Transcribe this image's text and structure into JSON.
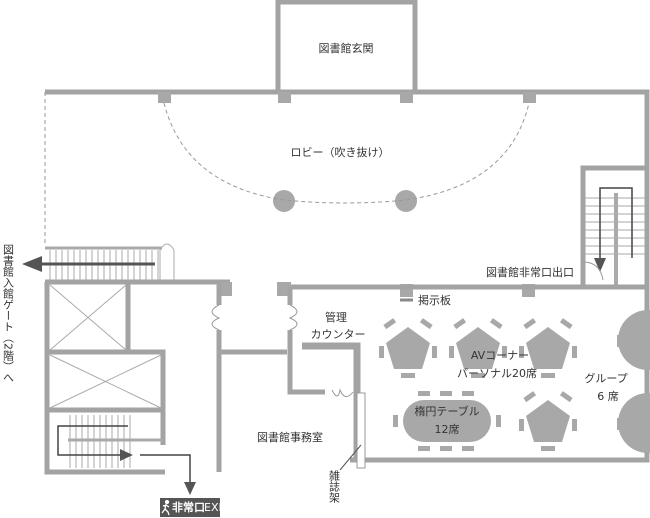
{
  "title": "Library floor plan",
  "colors": {
    "wall": "#a3a3a3",
    "text": "#333333",
    "furniture": "#a8a8a8"
  },
  "labels": {
    "entrance": "図書館玄関",
    "lobby": "ロビー（吹き抜け）",
    "emergency_exit_label": "図書館非常口出口",
    "bulletin_board": "掲示板",
    "counter_line1": "管理",
    "counter_line2": "カウンター",
    "av_line1": "AVコーナー",
    "av_line2": "パーソナル20席",
    "group_line1": "グループ",
    "group_line2": "6 席",
    "oval_line1": "楕円テーブル",
    "oval_line2": "12席",
    "office": "図書館事務室",
    "magazine_rack": "雑誌架",
    "gate": "図書館入館ゲート（2階）へ",
    "exit_sign": "非常口",
    "exit_sign_en": "EXIT"
  }
}
